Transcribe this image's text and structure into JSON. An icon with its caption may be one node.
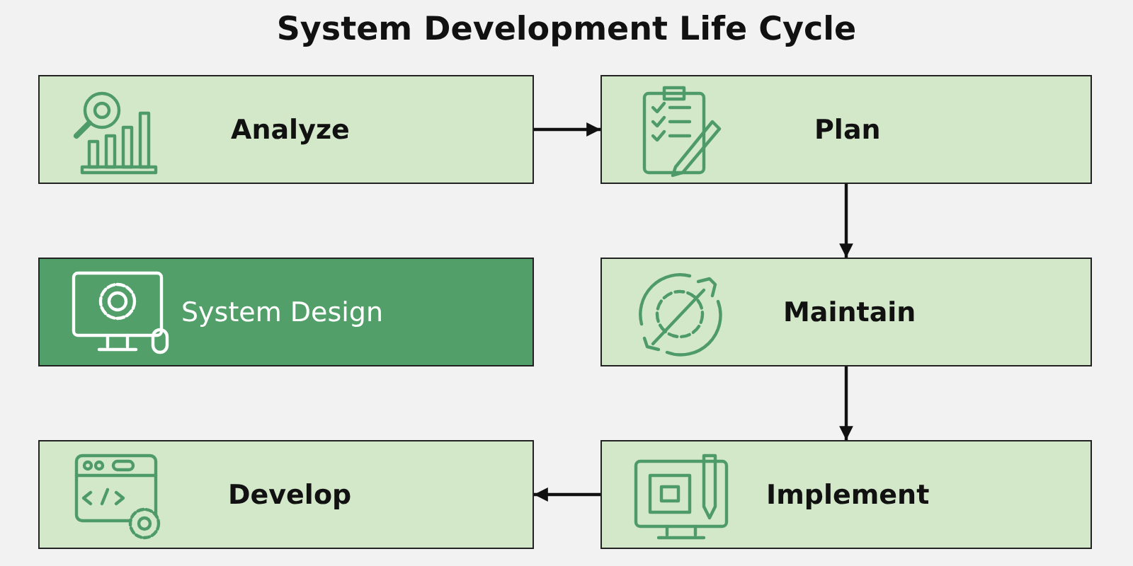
{
  "diagram": {
    "title": "System Development Life Cycle",
    "nodes": [
      {
        "text": [
          "Analyze"
        ]
      },
      {
        "text": [
          "Plan"
        ]
      },
      {
        "text": [
          "System Design"
        ]
      },
      {
        "text": [
          "Maintain"
        ]
      },
      {
        "text": [
          "Develop"
        ]
      },
      {
        "text": [
          "Implement"
        ]
      }
    ],
    "edges": [
      {
        "from": 0,
        "to": 1,
        "arrow": "to"
      },
      {
        "from": 1,
        "to": 3,
        "arrow": "to"
      },
      {
        "from": 3,
        "to": 5,
        "arrow": "to"
      },
      {
        "from": 5,
        "to": 4,
        "arrow": "to"
      }
    ]
  }
}
